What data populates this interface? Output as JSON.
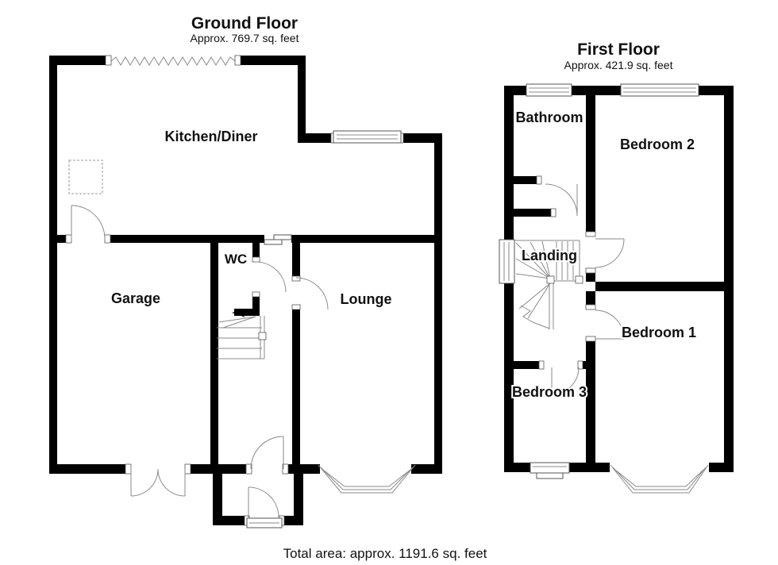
{
  "meta": {
    "type": "floor-plan"
  },
  "ground_floor": {
    "title": "Ground Floor",
    "area": "Approx. 769.7 sq. feet",
    "rooms": {
      "kitchen_diner": "Kitchen/Diner",
      "garage": "Garage",
      "wc": "WC",
      "lounge": "Lounge"
    }
  },
  "first_floor": {
    "title": "First Floor",
    "area": "Approx. 421.9 sq. feet",
    "rooms": {
      "bathroom": "Bathroom",
      "bedroom2": "Bedroom 2",
      "landing": "Landing",
      "bedroom1": "Bedroom 1",
      "bedroom3": "Bedroom 3"
    }
  },
  "footer": {
    "total_area": "Total area: approx. 1191.6 sq. feet"
  },
  "colors": {
    "wall": "#000000",
    "background": "#ffffff",
    "line": "#8a8a8a",
    "outline": "#555555",
    "text": "#111111"
  }
}
